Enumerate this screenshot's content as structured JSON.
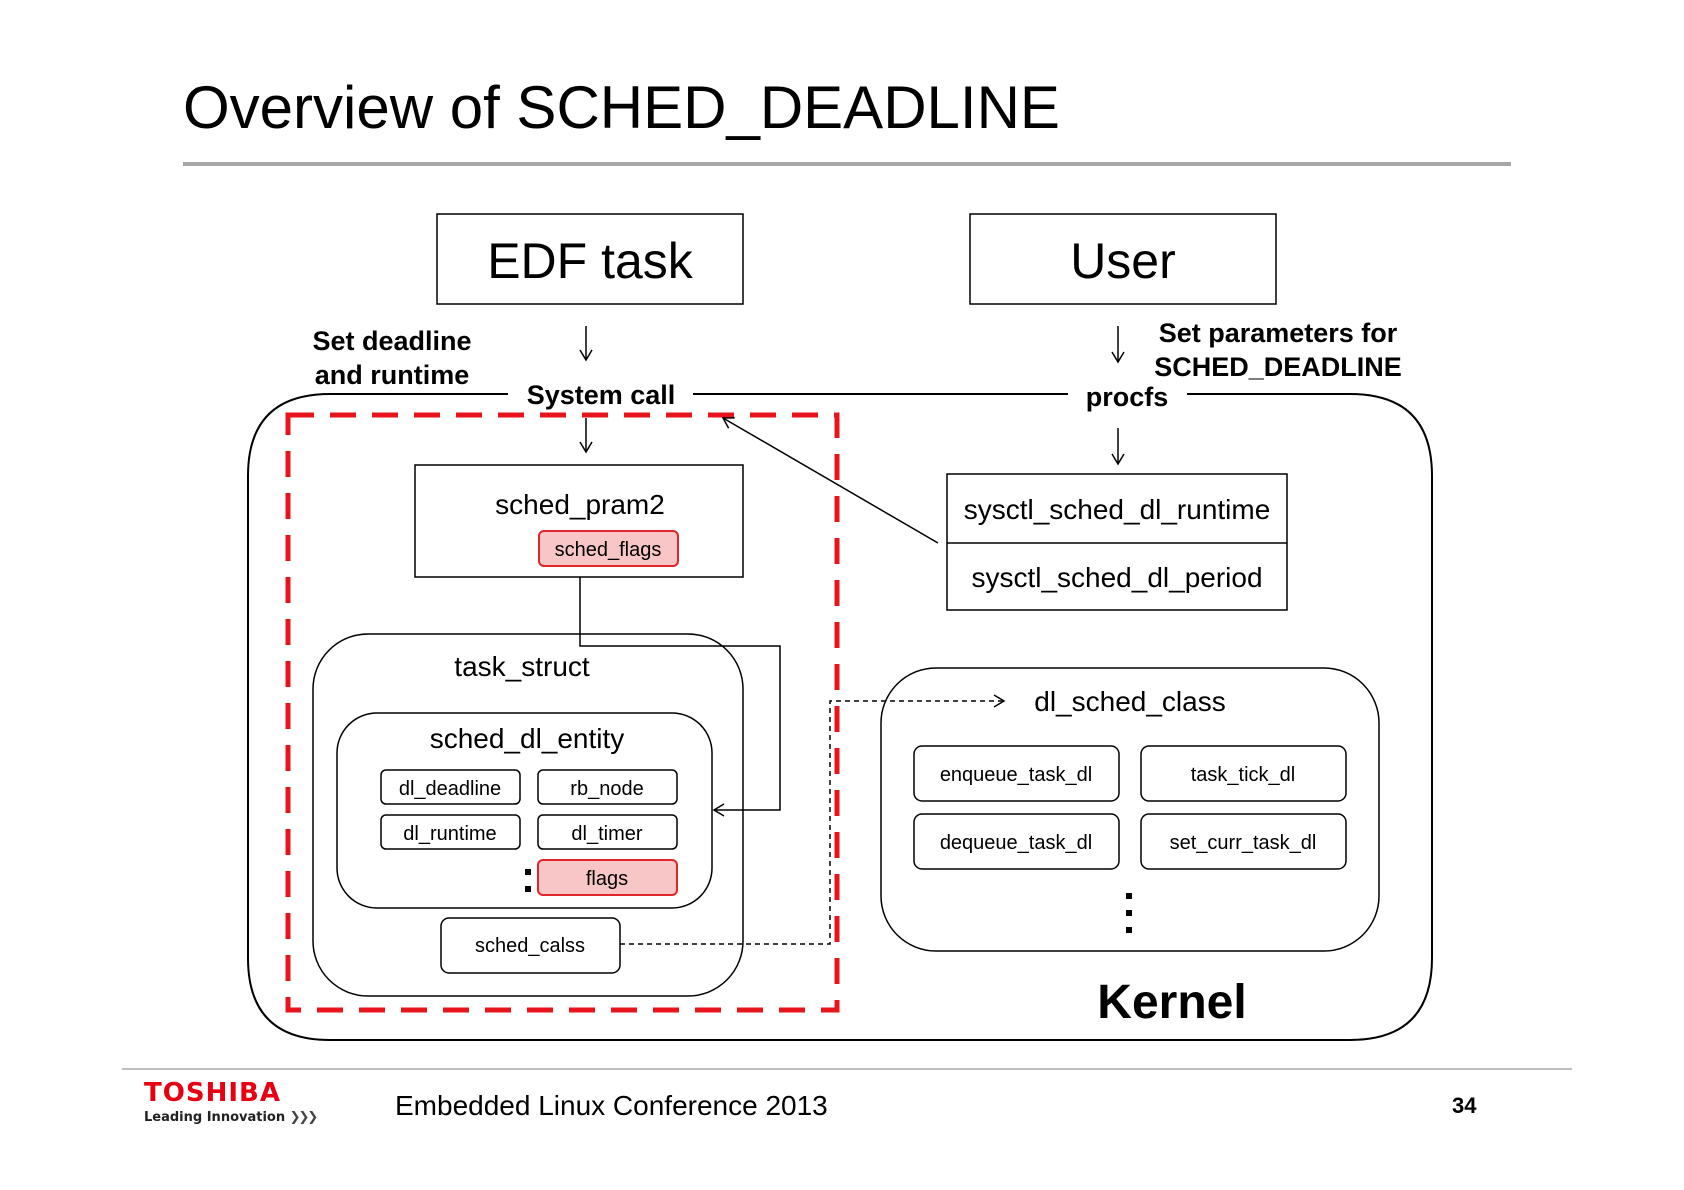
{
  "title": "Overview of SCHED_DEADLINE",
  "diagram": {
    "edf_task": "EDF task",
    "user": "User",
    "set_deadline_1": "Set  deadline",
    "set_deadline_2": "and runtime",
    "system_call": "System call",
    "set_params_1": "Set parameters for",
    "set_params_2": "SCHED_DEADLINE",
    "procfs": "procfs",
    "sched_pram2": "sched_pram2",
    "sched_flags": "sched_flags",
    "sysctl_runtime": "sysctl_sched_dl_runtime",
    "sysctl_period": "sysctl_sched_dl_period",
    "task_struct": "task_struct",
    "sched_dl_entity": "sched_dl_entity",
    "dl_deadline": "dl_deadline",
    "rb_node": "rb_node",
    "dl_runtime": "dl_runtime",
    "dl_timer": "dl_timer",
    "flags": "flags",
    "sched_calss": "sched_calss",
    "dl_sched_class": "dl_sched_class",
    "enqueue_task_dl": "enqueue_task_dl",
    "task_tick_dl": "task_tick_dl",
    "dequeue_task_dl": "dequeue_task_dl",
    "set_curr_task_dl": "set_curr_task_dl",
    "kernel": "Kernel"
  },
  "colors": {
    "highlight_fill": "#f8c6c6",
    "highlight_stroke": "#e0262b",
    "dashed_region": "#e8141b",
    "logo_red": "#e60012"
  },
  "footer": {
    "logo_name": "TOSHIBA",
    "logo_tagline": "Leading Innovation",
    "conference": "Embedded Linux Conference 2013",
    "page": "34"
  }
}
